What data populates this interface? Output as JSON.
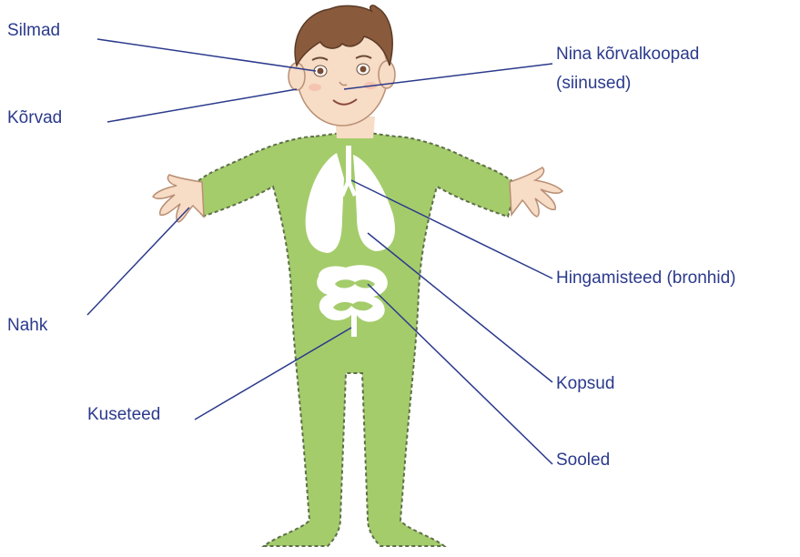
{
  "colors": {
    "suit": "#a4cc6b",
    "suit_outline": "#5e6f49",
    "skin": "#f7dcc6",
    "hair": "#8a5a3c",
    "organ": "#ffffff",
    "leader_line": "#2b3a8c",
    "label_text": "#2b3a8c"
  },
  "labels": {
    "eyes": "Silmad",
    "ears": "Kõrvad",
    "skin": "Nahk",
    "urinary_tract": "Kuseteed",
    "sinuses_line1": "Nina kõrvalkoopad",
    "sinuses_line2": "(siinused)",
    "airways": "Hingamisteed (bronhid)",
    "lungs": "Kopsud",
    "intestines": "Sooled"
  }
}
